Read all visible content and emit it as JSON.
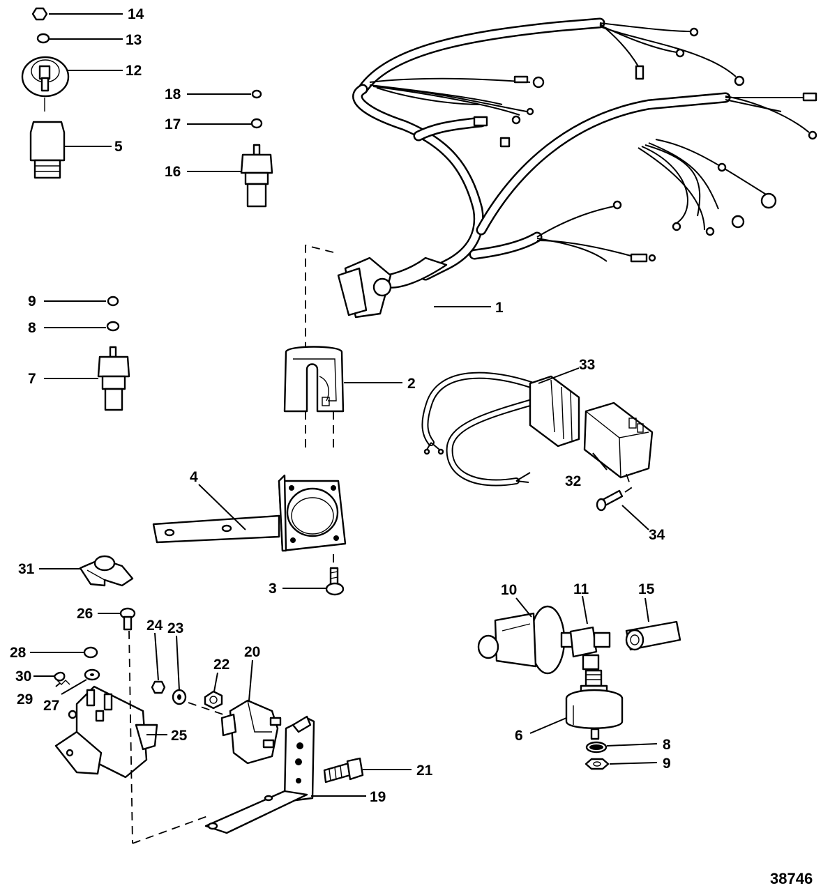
{
  "figure_number": "38746",
  "callouts": {
    "c1": "1",
    "c2": "2",
    "c3": "3",
    "c4": "4",
    "c5": "5",
    "c6": "6",
    "c7": "7",
    "c8a": "8",
    "c8b": "8",
    "c9a": "9",
    "c9b": "9",
    "c10": "10",
    "c11": "11",
    "c12": "12",
    "c13": "13",
    "c14": "14",
    "c15": "15",
    "c16": "16",
    "c17": "17",
    "c18": "18",
    "c19": "19",
    "c20": "20",
    "c21": "21",
    "c22": "22",
    "c23": "23",
    "c24": "24",
    "c25": "25",
    "c26": "26",
    "c27": "27",
    "c28": "28",
    "c29": "29",
    "c30": "30",
    "c31": "31",
    "c32": "32",
    "c33": "33",
    "c34": "34"
  }
}
